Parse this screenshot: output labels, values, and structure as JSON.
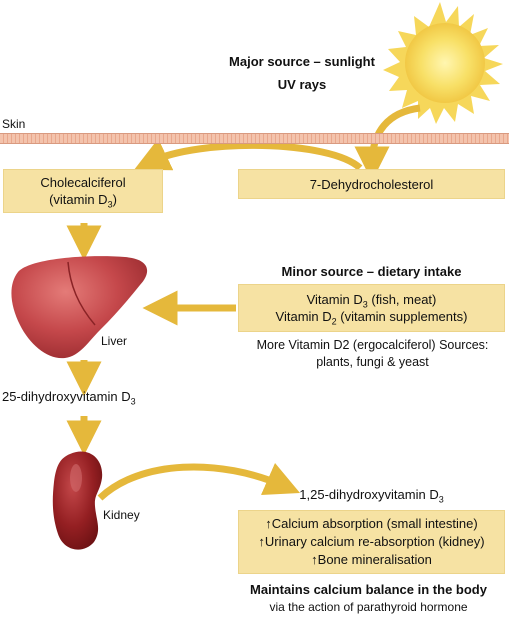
{
  "sun": {
    "title": "Major source – sunlight",
    "subtitle": "UV rays"
  },
  "skin_label": "Skin",
  "boxes": {
    "dehydro": "7-Dehydrocholesterol",
    "chole_line1": "Cholecalciferol",
    "chole_line2_pre": "(vitamin D",
    "chole_line2_sub": "3",
    "chole_line2_post": ")"
  },
  "liver_label": "Liver",
  "minor": {
    "title": "Minor source – dietary intake",
    "line1_pre": "Vitamin D",
    "line1_sub": "3",
    "line1_post": " (fish, meat)",
    "line2_pre": "Vitamin D",
    "line2_sub": "2",
    "line2_post": " (vitamin supplements)",
    "more_line1": "More Vitamin D2 (ergocalciferol) Sources:",
    "more_line2": "plants, fungi & yeast"
  },
  "dihydroxy25": {
    "pre": "25-dihydroxyvitamin D",
    "sub": "3"
  },
  "kidney_label": "Kidney",
  "dihydroxy125": {
    "pre": "1,25-dihydroxyvitamin D",
    "sub": "3"
  },
  "effects": [
    "Calcium absorption (small intestine)",
    "Urinary calcium re-absorption (kidney)",
    "Bone mineralisation"
  ],
  "effect_arrow": "↑",
  "maintains": {
    "title": "Maintains calcium balance in the body",
    "subtitle": "via the action of parathyroid hormone"
  },
  "colors": {
    "arrow": "#e5b83b",
    "box": "#f6e2a3",
    "liver": "#c0464a",
    "kidney": "#8e1b1e",
    "sun": "#f7dc54"
  }
}
